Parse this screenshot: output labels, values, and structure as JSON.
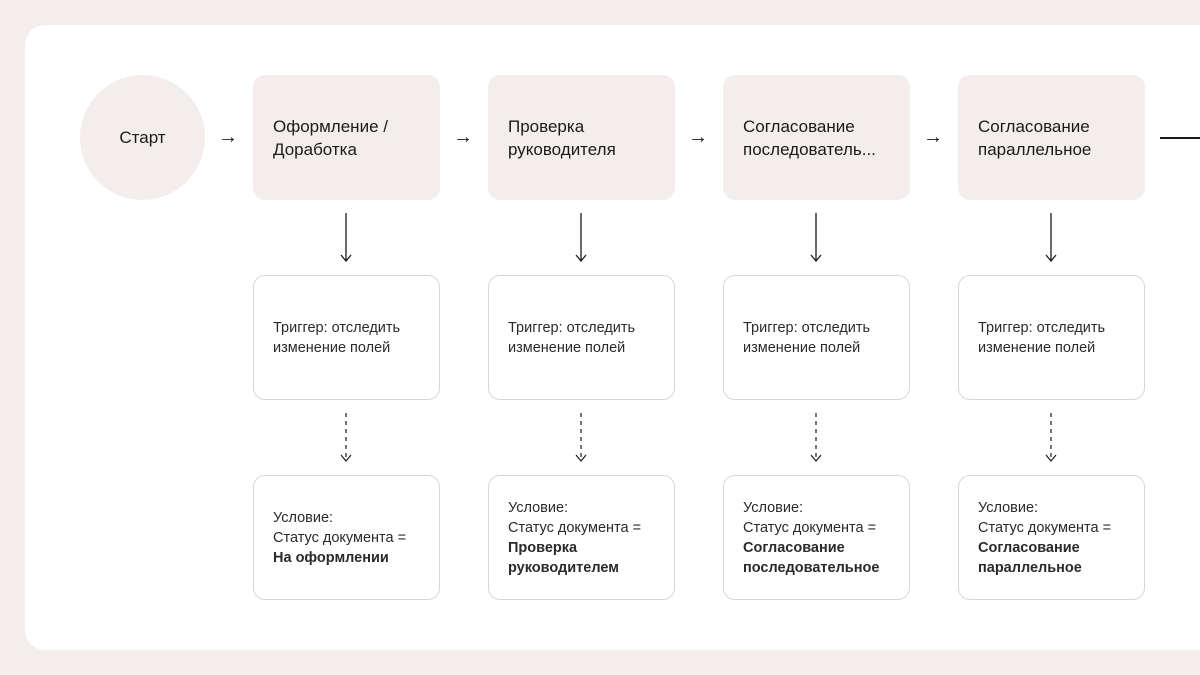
{
  "start": {
    "label": "Старт"
  },
  "arrow_glyph": "→",
  "steps": [
    {
      "title": "Оформление /\nДоработка",
      "trigger": "Триггер: отследить изменение полей",
      "condition_label": "Условие:",
      "condition_expr": "Статус документа =",
      "condition_value": "На оформлении"
    },
    {
      "title": "Проверка\nруководителя",
      "trigger": "Триггер: отследить изменение полей",
      "condition_label": "Условие:",
      "condition_expr": "Статус документа =",
      "condition_value": "Проверка\nруководителем"
    },
    {
      "title": "Согласование\nпоследователь...",
      "trigger": "Триггер: отследить изменение полей",
      "condition_label": "Условие:",
      "condition_expr": "Статус документа =",
      "condition_value": "Согласование\nпоследовательное"
    },
    {
      "title": "Согласование\nпараллельное",
      "trigger": "Триггер: отследить изменение полей",
      "condition_label": "Условие:",
      "condition_expr": "Статус документа =",
      "condition_value": "Согласование\nпараллельное"
    }
  ]
}
